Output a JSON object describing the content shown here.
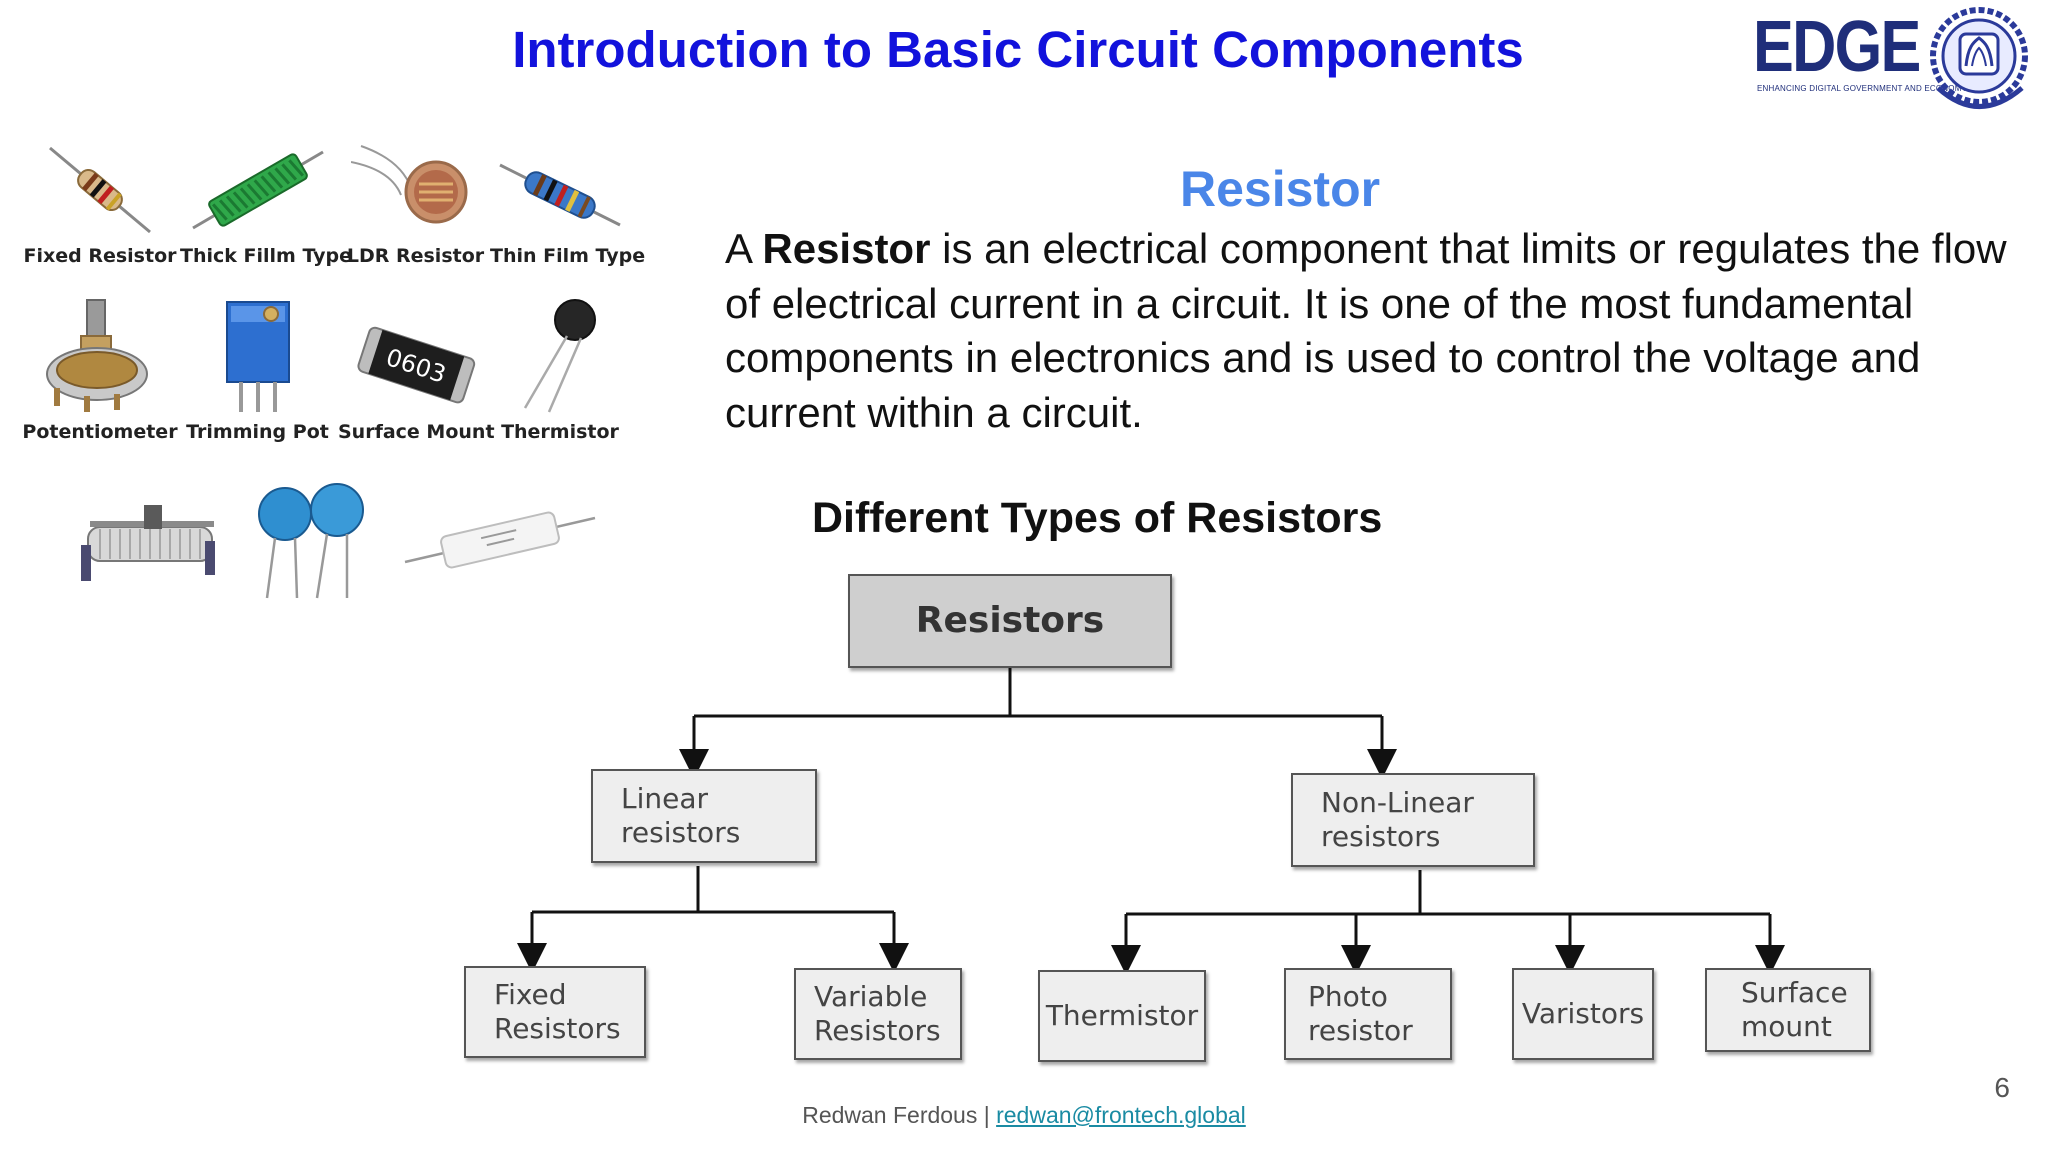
{
  "slide": {
    "title": "Introduction  to Basic Circuit Components",
    "logo_text": "EDGE",
    "logo_subtext": "ENHANCING DIGITAL GOVERNMENT AND ECONOMY",
    "gallery": {
      "row1": [
        "Fixed Resistor",
        "Thick Fillm Type",
        "LDR Resistor",
        "Thin Film Type"
      ],
      "row2": [
        "Potentiometer",
        "Trimming Pot",
        "Surface Mount",
        "Thermistor"
      ],
      "smd_marking": "0603"
    },
    "resistor_heading": "Resistor",
    "description": {
      "prefix": "A ",
      "bold": "Resistor",
      "rest": " is an electrical component that limits or regulates the flow of electrical current in a circuit. It is one of the most fundamental components in electronics and is used to control the voltage and current within a circuit."
    },
    "types_heading": "Different Types of Resistors",
    "tree": {
      "root": "Resistors",
      "linear": [
        "Linear",
        "resistors"
      ],
      "nonlinear": [
        "Non-Linear",
        "resistors"
      ],
      "fixed": [
        "Fixed",
        "Resistors"
      ],
      "variable": [
        "Variable",
        "Resistors"
      ],
      "thermistor": "Thermistor",
      "photo": [
        "Photo",
        "resistor"
      ],
      "varistors": "Varistors",
      "surface": [
        "Surface",
        "mount"
      ]
    },
    "page_number": "6",
    "footer": {
      "author": "Redwan Ferdous | ",
      "email": "redwan@frontech.global"
    }
  }
}
